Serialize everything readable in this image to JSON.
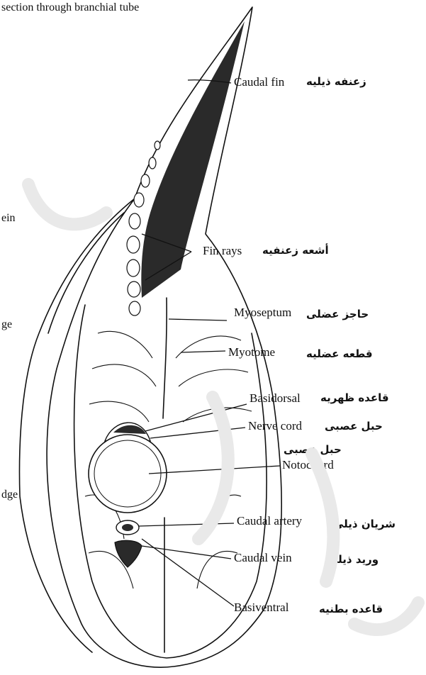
{
  "header": {
    "caption": "section through branchial tube"
  },
  "left_fragments": {
    "vein": "ein",
    "ridge_upper": "ge",
    "ridge_lower": "dge"
  },
  "labels": {
    "caudal_fin": {
      "en": "Caudal fin",
      "fa": "زعنفه ذیلیه"
    },
    "fin_rays": {
      "en": "Fin rays",
      "fa": "أشعه زعنفيه"
    },
    "myoseptum": {
      "en": "Myoseptum",
      "fa": "حاجز عضلى"
    },
    "myotome": {
      "en": "Myotome",
      "fa": "قطعه عضليه"
    },
    "basidorsal": {
      "en": "Basidorsal",
      "fa": "قاعده ظهريه"
    },
    "nerve_cord": {
      "en": "Nerve cord",
      "fa": "حبل عصبى",
      "fa_repeat": "حبل عصبى"
    },
    "notochord": {
      "en": "Notochord"
    },
    "caudal_artery": {
      "en": "Caudal artery",
      "fa": "شريان ذيلى"
    },
    "caudal_vein": {
      "en": "Caudal vein",
      "fa": "وريد ذيلى"
    },
    "basiventral": {
      "en": "Basiventral",
      "fa": "قاعده بطنيه"
    }
  },
  "colors": {
    "ink": "#111111",
    "fill_dark": "#2a2a2a",
    "watermark": "#e9e9e9"
  }
}
